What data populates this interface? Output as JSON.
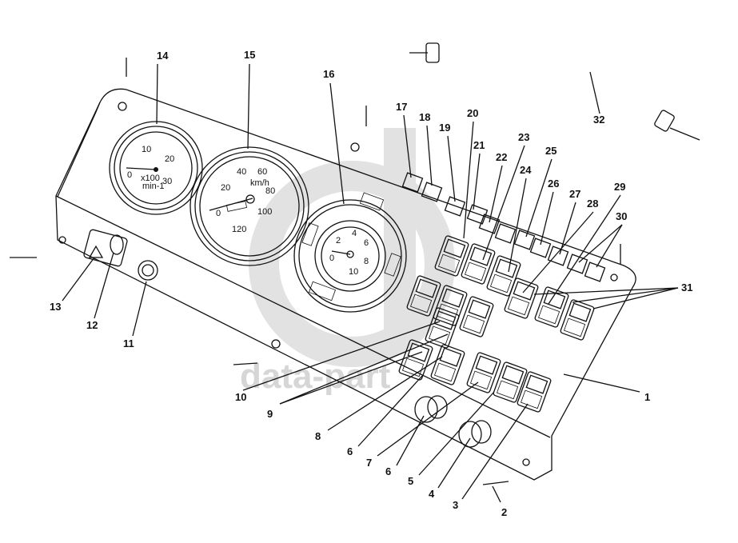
{
  "watermark": {
    "text": "data-part"
  },
  "gauges": {
    "tachometer": {
      "ticks": [
        "0",
        "10",
        "20",
        "30"
      ],
      "unit_line1": "x100",
      "unit_line2": "min-1"
    },
    "speedometer": {
      "ticks": [
        "0",
        "20",
        "40",
        "60",
        "80",
        "100",
        "120"
      ],
      "unit": "km/h"
    },
    "combination": {
      "ticks": [
        "0",
        "2",
        "4",
        "6",
        "8",
        "10"
      ]
    }
  },
  "callouts": [
    "14",
    "15",
    "16",
    "17",
    "18",
    "19",
    "20",
    "21",
    "22",
    "23",
    "24",
    "25",
    "26",
    "27",
    "28",
    "29",
    "30",
    "31",
    "32",
    "13",
    "12",
    "11",
    "10",
    "9",
    "8",
    "6",
    "7",
    "6",
    "5",
    "4",
    "3",
    "2",
    "1"
  ]
}
